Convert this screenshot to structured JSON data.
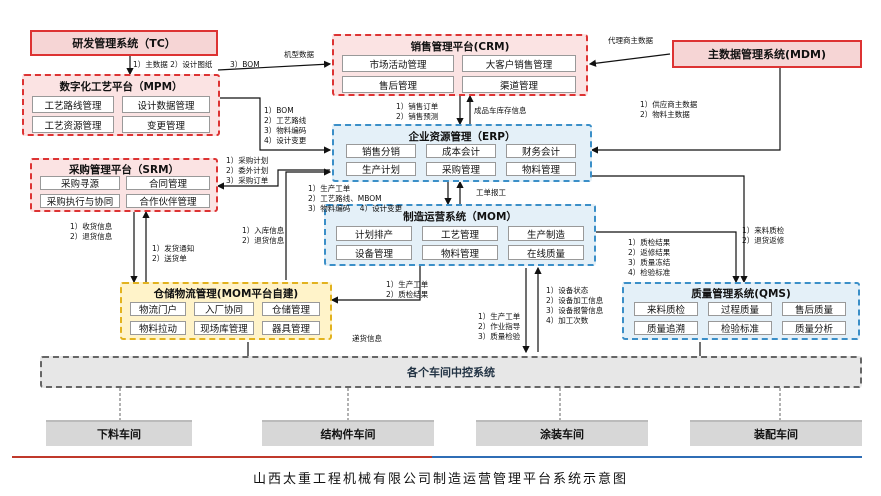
{
  "tc": {
    "title": "研发管理系统（TC）"
  },
  "mpm": {
    "title": "数字化工艺平台（MPM）",
    "modules": [
      "工艺路线管理",
      "设计数据管理",
      "工艺资源管理",
      "变更管理"
    ]
  },
  "crm": {
    "title": "销售管理平台(CRM)",
    "modules": [
      "市场活动管理",
      "大客户销售管理",
      "售后管理",
      "渠道管理"
    ]
  },
  "mdm": {
    "title": "主数据管理系统(MDM)"
  },
  "erp": {
    "title": "企业资源管理（ERP）",
    "modules": [
      "销售分销",
      "成本会计",
      "财务会计",
      "生产计划",
      "采购管理",
      "物料管理"
    ]
  },
  "srm": {
    "title": "采购管理平台（SRM）",
    "modules": [
      "采购寻源",
      "合同管理",
      "采购执行与协同",
      "合作伙伴管理"
    ]
  },
  "mom": {
    "title": "制造运营系统（MOM）",
    "modules": [
      "计划排产",
      "工艺管理",
      "生产制造",
      "设备管理",
      "物料管理",
      "在线质量"
    ]
  },
  "wms": {
    "title": "仓储物流管理(MOM平台自建)",
    "modules": [
      "物流门户",
      "入厂协同",
      "仓储管理",
      "物料拉动",
      "现场库管理",
      "器具管理"
    ]
  },
  "qms": {
    "title": "质量管理系统(QMS)",
    "modules": [
      "来料质检",
      "过程质量",
      "售后质量",
      "质量追溯",
      "检验标准",
      "质量分析"
    ]
  },
  "control": {
    "title": "各个车间中控系统"
  },
  "workshops": [
    "下料车间",
    "结构件车间",
    "涂装车间",
    "装配车间"
  ],
  "notes": {
    "tc_mpm": "1）主数据  2）设计图纸",
    "tc_bom": "3）BOM",
    "model": "机型数据",
    "agent": "代理商主数据",
    "mdm_erp": "1）供应商主数据\n2）物料主数据",
    "mpm_erp": "1）BOM\n2）工艺路线\n3）物料编码\n4）设计变更",
    "crm_erp": "1）销售订单\n2）销售预测",
    "stock": "成品车库存信息",
    "erp_srm": "1）采购计划\n2）委外计划\n3）采购订单",
    "erp_mom_a": "1）生产工单\n2）工艺路线、MBOM\n3）物料编码    4）设计变更",
    "report": "工单报工",
    "srm_wms": "1）收货信息\n2）退货信息",
    "srm_wms2": "1）发货通知\n2）送货单",
    "wms_erp": "1）入库信息\n2）退货信息",
    "mom_wms": "1）生产工单\n2）质检结果",
    "mom_qms": "1）质检结果\n2）返修结果\n3）质量冻结\n4）检验标准",
    "erp_qms": "1）来料质检\n2）退货返修",
    "ctrl_mom_a": "1）生产工单\n2）作业指导\n3）质量检验",
    "ctrl_mom_b": "1）设备状态\n2）设备加工信息\n3）设备报警信息\n4）加工次数",
    "delivery": "递货信息"
  },
  "caption": "山西太重工程机械有限公司制造运营管理平台系统示意图",
  "colors": {
    "red": "#d33333",
    "blue": "#3b8fc8",
    "yellow": "#e2b21e",
    "caption_line_red": "#c0392b",
    "caption_line_blue": "#2f6db5"
  }
}
